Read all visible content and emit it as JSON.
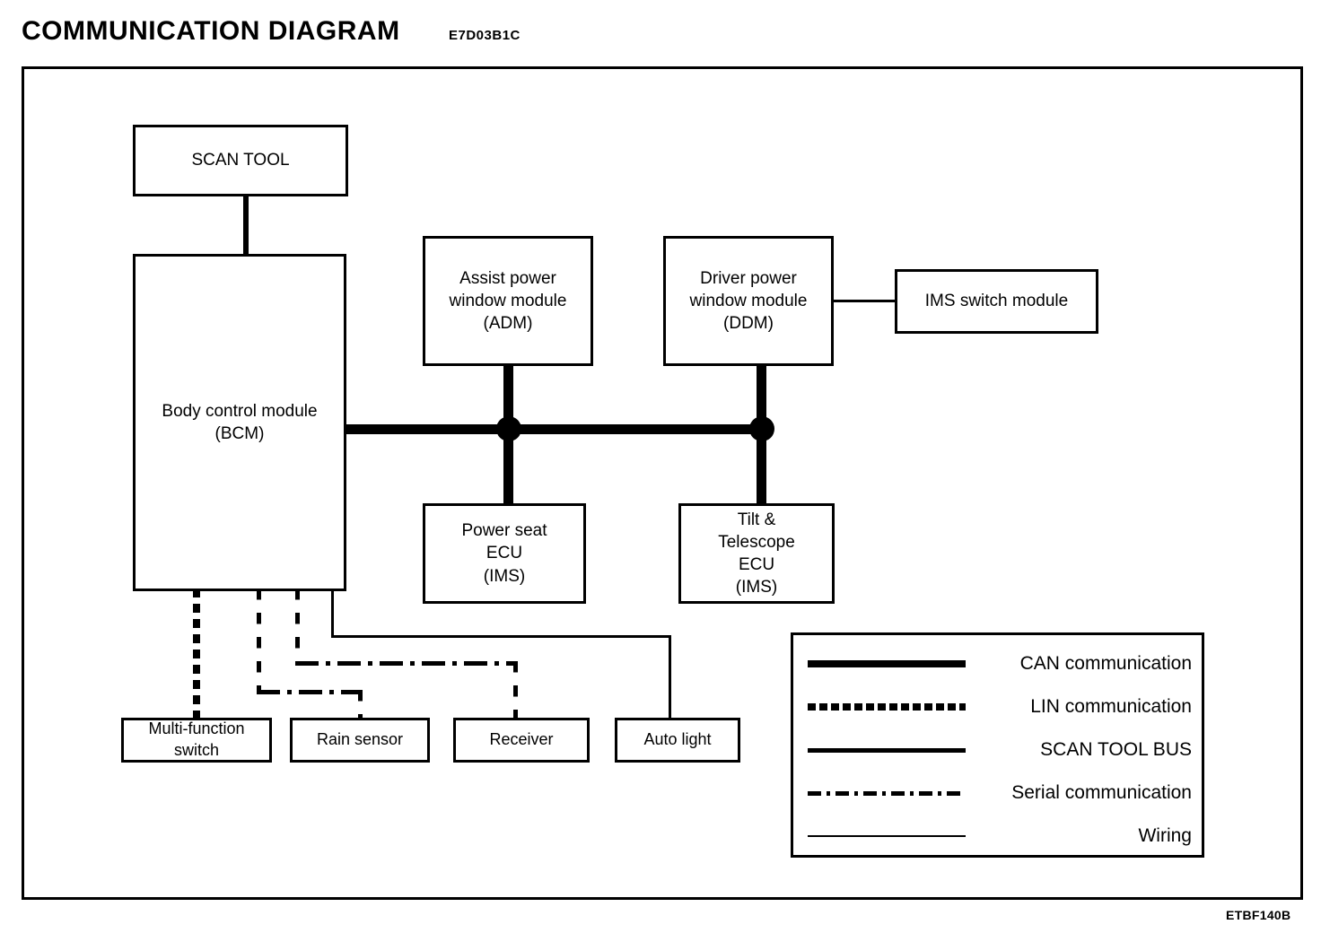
{
  "header": {
    "title": "COMMUNICATION  DIAGRAM",
    "code": "E7D03B1C",
    "figure_code": "ETBF140B"
  },
  "nodes": {
    "scan_tool": "SCAN TOOL",
    "bcm": "Body control module\n(BCM)",
    "bcm_line1": "Body control module",
    "bcm_line2": "(BCM)",
    "adm_line1": "Assist power",
    "adm_line2": "window module",
    "adm_line3": "(ADM)",
    "ddm_line1": "Driver power",
    "ddm_line2": "window module",
    "ddm_line3": "(DDM)",
    "ims_switch": "IMS switch module",
    "power_seat_line1": "Power seat",
    "power_seat_line2": "ECU",
    "power_seat_line3": "(IMS)",
    "tilt_line1": "Tilt &",
    "tilt_line2": "Telescope",
    "tilt_line3": "ECU",
    "tilt_line4": "(IMS)",
    "multi_function_line1": "Multi-function",
    "multi_function_line2": "switch",
    "rain_sensor": "Rain sensor",
    "receiver": "Receiver",
    "auto_light": "Auto light"
  },
  "legend": {
    "items": [
      {
        "style": "can",
        "label": "CAN communication"
      },
      {
        "style": "lin",
        "label": "LIN communication"
      },
      {
        "style": "scan",
        "label": "SCAN TOOL BUS"
      },
      {
        "style": "serial",
        "label": "Serial communication"
      },
      {
        "style": "wiring",
        "label": "Wiring"
      }
    ]
  },
  "colors": {
    "ink": "#000000",
    "paper": "#ffffff"
  }
}
